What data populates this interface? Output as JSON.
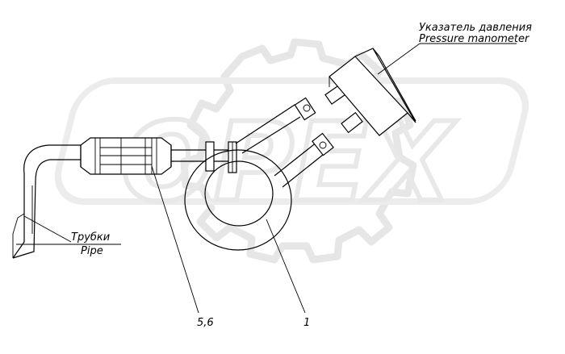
{
  "labels": {
    "gauge_ru": "Указатель давления",
    "gauge_en": "Pressure manometer",
    "pipes_ru": "Трубки",
    "pipes_en": "Pipe",
    "callout_filter": "5,6",
    "callout_ring": "1"
  },
  "watermark": {
    "text": "OPEX",
    "color": "#ececec"
  }
}
